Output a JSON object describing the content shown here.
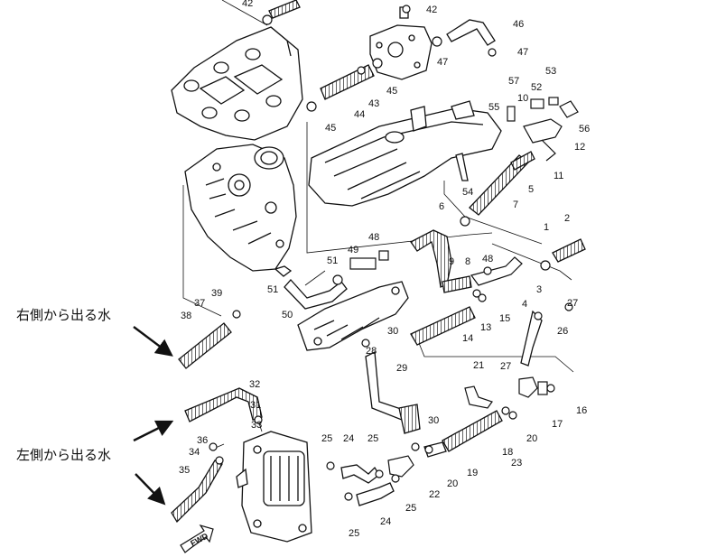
{
  "annotations": {
    "right_outlet_label": "右側から出る水",
    "left_outlet_label": "左側から出る水"
  },
  "fwd_label": "FWD",
  "part_numbers": {
    "p42a": "42",
    "p42b": "42",
    "p46": "46",
    "p47a": "47",
    "p47b": "47",
    "p43": "43",
    "p45a": "45",
    "p45b": "45",
    "p44": "44",
    "p57": "57",
    "p53": "53",
    "p52": "52",
    "p10": "10",
    "p55": "55",
    "p56": "56",
    "p12": "12",
    "p11": "11",
    "p5": "5",
    "p54": "54",
    "p7": "7",
    "p6": "6",
    "p1": "1",
    "p2": "2",
    "p49": "49",
    "p48a": "48",
    "p48b": "48",
    "p51a": "51",
    "p51b": "51",
    "p50": "50",
    "p9": "9",
    "p8": "8",
    "p4": "4",
    "p3": "3",
    "p27a": "27",
    "p27b": "27",
    "p39": "39",
    "p37": "37",
    "p38": "38",
    "p15": "15",
    "p13": "13",
    "p14": "14",
    "p26": "26",
    "p30a": "30",
    "p30b": "30",
    "p28": "28",
    "p29": "29",
    "p21": "21",
    "p16": "16",
    "p17": "17",
    "p20a": "20",
    "p20b": "20",
    "p18": "18",
    "p19": "19",
    "p23": "23",
    "p32": "32",
    "p31": "31",
    "p33": "33",
    "p36": "36",
    "p34": "34",
    "p35": "35",
    "p25a": "25",
    "p25b": "25",
    "p25c": "25",
    "p25d": "25",
    "p24a": "24",
    "p24b": "24",
    "p22": "22"
  }
}
